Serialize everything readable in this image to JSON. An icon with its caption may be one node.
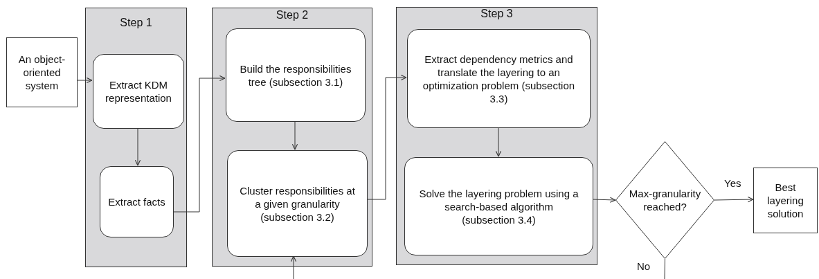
{
  "diagram": {
    "nodes": [
      {
        "text": [
          "An object-oriented system"
        ]
      },
      {
        "text": [
          "Step 1"
        ]
      },
      {
        "text": [
          "Extract KDM representation"
        ],
        "in": 1
      },
      {
        "text": [
          "Extract facts"
        ],
        "in": 1
      },
      {
        "text": [
          "Step 2"
        ]
      },
      {
        "text": [
          "Build the responsibilities tree (subsection 3.1)"
        ],
        "in": 4
      },
      {
        "text": [
          "Cluster responsibilities at a given granularity (subsection 3.2)"
        ],
        "in": 4
      },
      {
        "text": [
          "Step 3"
        ]
      },
      {
        "text": [
          "Extract dependency metrics and translate the layering to an optimization problem (subsection 3.3)"
        ],
        "in": 7
      },
      {
        "text": [
          "Solve the layering problem using a search-based algorithm (subsection 3.4)"
        ],
        "in": 7
      },
      {
        "text": [
          "Max-granularity reached?"
        ]
      },
      {
        "text": [
          "Best layering solution"
        ]
      }
    ],
    "edges": [
      {
        "from": 0,
        "to": 2,
        "arrow": "to"
      },
      {
        "from": 2,
        "to": 3,
        "arrow": "to"
      },
      {
        "from": 3,
        "to": 5,
        "arrow": "to"
      },
      {
        "from": 5,
        "to": 6,
        "arrow": "to"
      },
      {
        "from": 6,
        "to": 8,
        "arrow": "to"
      },
      {
        "from": 8,
        "to": 9,
        "arrow": "to"
      },
      {
        "from": 9,
        "to": 10,
        "arrow": "to"
      },
      {
        "from": 10,
        "to": 11,
        "arrow": "to",
        "label": "Yes"
      },
      {
        "from": 10,
        "to": null,
        "arrow": "none",
        "label": "No"
      },
      {
        "from": null,
        "to": 6,
        "arrow": "to"
      }
    ]
  }
}
